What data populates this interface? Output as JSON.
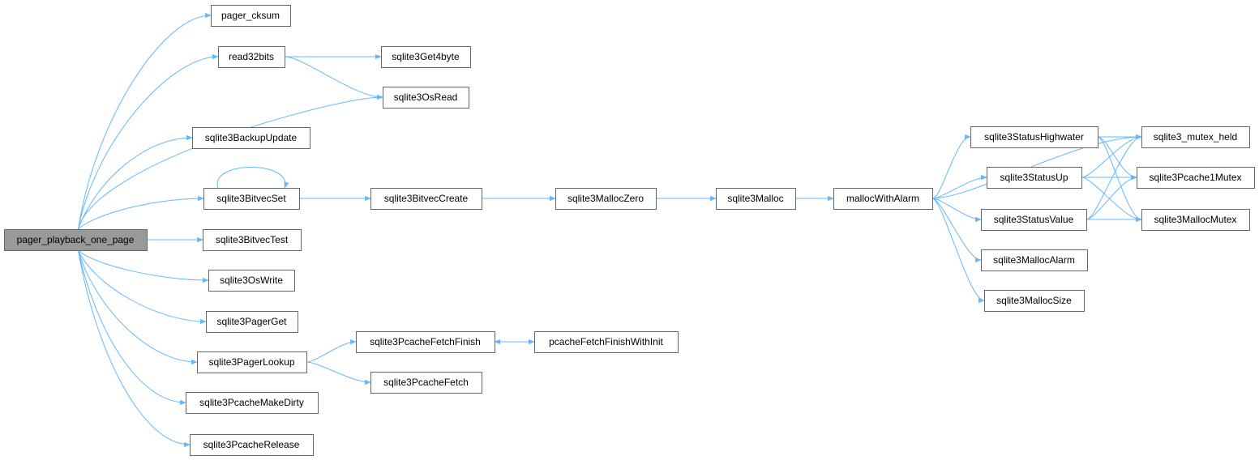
{
  "diagram": {
    "root": "pager_playback_one_page",
    "nodes": {
      "pager_playback_one_page": "pager_playback_one_page",
      "pager_cksum": "pager_cksum",
      "read32bits": "read32bits",
      "sqlite3Get4byte": "sqlite3Get4byte",
      "sqlite3OsRead": "sqlite3OsRead",
      "sqlite3BackupUpdate": "sqlite3BackupUpdate",
      "sqlite3BitvecSet": "sqlite3BitvecSet",
      "sqlite3BitvecCreate": "sqlite3BitvecCreate",
      "sqlite3MallocZero": "sqlite3MallocZero",
      "sqlite3Malloc": "sqlite3Malloc",
      "mallocWithAlarm": "mallocWithAlarm",
      "sqlite3StatusHighwater": "sqlite3StatusHighwater",
      "sqlite3_mutex_held": "sqlite3_mutex_held",
      "sqlite3StatusUp": "sqlite3StatusUp",
      "sqlite3Pcache1Mutex": "sqlite3Pcache1Mutex",
      "sqlite3StatusValue": "sqlite3StatusValue",
      "sqlite3MallocMutex": "sqlite3MallocMutex",
      "sqlite3MallocAlarm": "sqlite3MallocAlarm",
      "sqlite3MallocSize": "sqlite3MallocSize",
      "sqlite3BitvecTest": "sqlite3BitvecTest",
      "sqlite3OsWrite": "sqlite3OsWrite",
      "sqlite3PagerGet": "sqlite3PagerGet",
      "sqlite3PagerLookup": "sqlite3PagerLookup",
      "sqlite3PcacheFetchFinish": "sqlite3PcacheFetchFinish",
      "pcacheFetchFinishWithInit": "pcacheFetchFinishWithInit",
      "sqlite3PcacheFetch": "sqlite3PcacheFetch",
      "sqlite3PcacheMakeDirty": "sqlite3PcacheMakeDirty",
      "sqlite3PcacheRelease": "sqlite3PcacheRelease"
    },
    "edges": [
      [
        "pager_playback_one_page",
        "pager_cksum"
      ],
      [
        "pager_playback_one_page",
        "read32bits"
      ],
      [
        "pager_playback_one_page",
        "sqlite3OsRead"
      ],
      [
        "pager_playback_one_page",
        "sqlite3BackupUpdate"
      ],
      [
        "pager_playback_one_page",
        "sqlite3BitvecSet"
      ],
      [
        "pager_playback_one_page",
        "sqlite3BitvecTest"
      ],
      [
        "pager_playback_one_page",
        "sqlite3OsWrite"
      ],
      [
        "pager_playback_one_page",
        "sqlite3PagerGet"
      ],
      [
        "pager_playback_one_page",
        "sqlite3PagerLookup"
      ],
      [
        "pager_playback_one_page",
        "sqlite3PcacheMakeDirty"
      ],
      [
        "pager_playback_one_page",
        "sqlite3PcacheRelease"
      ],
      [
        "read32bits",
        "sqlite3Get4byte"
      ],
      [
        "read32bits",
        "sqlite3OsRead"
      ],
      [
        "sqlite3BitvecSet",
        "sqlite3BitvecSet"
      ],
      [
        "sqlite3BitvecSet",
        "sqlite3BitvecCreate"
      ],
      [
        "sqlite3BitvecCreate",
        "sqlite3MallocZero"
      ],
      [
        "sqlite3MallocZero",
        "sqlite3Malloc"
      ],
      [
        "sqlite3Malloc",
        "mallocWithAlarm"
      ],
      [
        "mallocWithAlarm",
        "sqlite3_mutex_held"
      ],
      [
        "mallocWithAlarm",
        "sqlite3StatusHighwater"
      ],
      [
        "mallocWithAlarm",
        "sqlite3StatusUp"
      ],
      [
        "mallocWithAlarm",
        "sqlite3StatusValue"
      ],
      [
        "mallocWithAlarm",
        "sqlite3MallocAlarm"
      ],
      [
        "mallocWithAlarm",
        "sqlite3MallocSize"
      ],
      [
        "sqlite3StatusHighwater",
        "sqlite3_mutex_held"
      ],
      [
        "sqlite3StatusHighwater",
        "sqlite3Pcache1Mutex"
      ],
      [
        "sqlite3StatusHighwater",
        "sqlite3MallocMutex"
      ],
      [
        "sqlite3StatusUp",
        "sqlite3_mutex_held"
      ],
      [
        "sqlite3StatusUp",
        "sqlite3Pcache1Mutex"
      ],
      [
        "sqlite3StatusUp",
        "sqlite3MallocMutex"
      ],
      [
        "sqlite3StatusValue",
        "sqlite3_mutex_held"
      ],
      [
        "sqlite3StatusValue",
        "sqlite3Pcache1Mutex"
      ],
      [
        "sqlite3StatusValue",
        "sqlite3MallocMutex"
      ],
      [
        "sqlite3PagerLookup",
        "sqlite3PcacheFetchFinish"
      ],
      [
        "sqlite3PagerLookup",
        "sqlite3PcacheFetch"
      ],
      [
        "sqlite3PcacheFetchFinish",
        "pcacheFetchFinishWithInit"
      ],
      [
        "pcacheFetchFinishWithInit",
        "sqlite3PcacheFetchFinish"
      ]
    ]
  },
  "colors": {
    "edge": "#63b8ff",
    "node_border": "#666666",
    "root_fill": "#999999",
    "node_fill": "#ffffff"
  }
}
